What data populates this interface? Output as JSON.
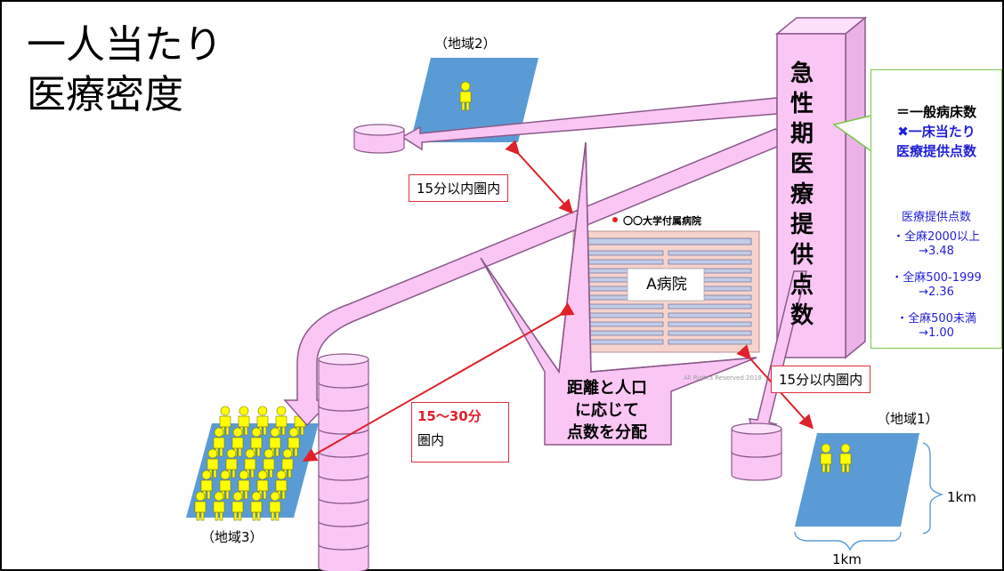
{
  "title": {
    "line1": "一人当たり",
    "line2": "医療密度"
  },
  "pillar_label": [
    "急",
    "性",
    "期",
    "医",
    "療",
    "提",
    "供",
    "点",
    "数"
  ],
  "legend": {
    "l1": "＝一般病床数",
    "l2": "✖一床当たり",
    "l3": "医療提供点数",
    "h": "医療提供点数",
    "r1": "・全麻2000以上",
    "v1": "→3.48",
    "r2": "・全麻500-1999",
    "v2": "→2.36",
    "r3": "・全麻500未満",
    "v3": "→1.00"
  },
  "regions": {
    "r1": "（地域1）",
    "r2": "（地域2）",
    "r3": "（地域3）"
  },
  "hospital": {
    "name": "A病院",
    "sign": "〇〇大学付属病院",
    "watermark": "All Rights Reserved 2018"
  },
  "boxes": {
    "b15_top": "15分以内圏内",
    "b15_right": "15分以内圏内",
    "b30_red": "15〜30分",
    "b30_black": "圏内"
  },
  "callout": {
    "l1": "距離と人口",
    "l2": "に応じて",
    "l3": "点数を分配"
  },
  "scale": {
    "v": "1km",
    "h": "1km"
  },
  "colors": {
    "pink": "#fac7f5",
    "pink_stroke": "#8a5a8a",
    "blue": "#5b9bd5",
    "yellow": "#ffff00",
    "red": "#e0202a",
    "green": "#79c24b",
    "legend_blue": "#1f1fd6"
  }
}
